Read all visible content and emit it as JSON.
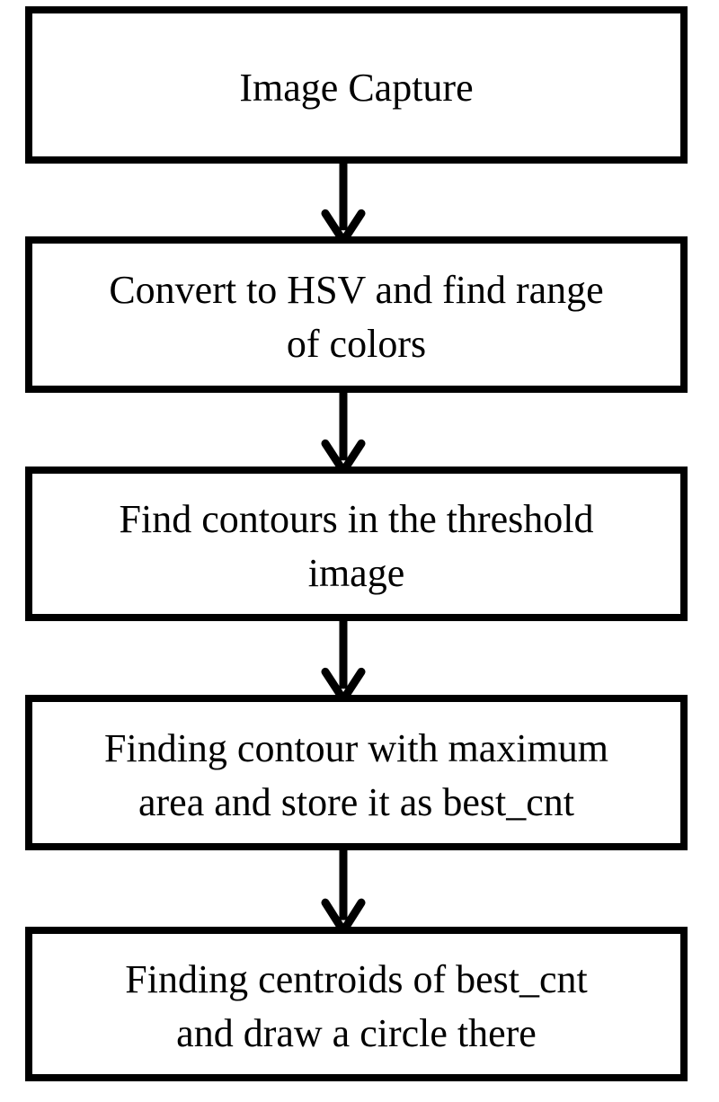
{
  "diagram": {
    "type": "flowchart",
    "direction": "top-down",
    "steps": [
      {
        "id": "step-1",
        "label": "Image Capture",
        "lines": {
          "l1": "Image Capture"
        }
      },
      {
        "id": "step-2",
        "label": "Convert to HSV and find range of colors",
        "lines": {
          "l1": "Convert to HSV and find range",
          "l2": "of colors"
        }
      },
      {
        "id": "step-3",
        "label": "Find contours in the threshold image",
        "lines": {
          "l1": "Find contours in the threshold",
          "l2": "image"
        }
      },
      {
        "id": "step-4",
        "label": "Finding contour with maximum area and store it as best_cnt",
        "lines": {
          "l1": "Finding contour with maximum",
          "l2": "area and store it as best_cnt"
        }
      },
      {
        "id": "step-5",
        "label": "Finding centroids of best_cnt and draw a circle there",
        "lines": {
          "l1": "Finding centroids of best_cnt",
          "l2": "and draw a circle there"
        }
      }
    ],
    "connectors": [
      {
        "from": "step-1",
        "to": "step-2",
        "style": "thick-down-arrow"
      },
      {
        "from": "step-2",
        "to": "step-3",
        "style": "thick-down-arrow"
      },
      {
        "from": "step-3",
        "to": "step-4",
        "style": "thick-down-arrow"
      },
      {
        "from": "step-4",
        "to": "step-5",
        "style": "thick-down-arrow"
      }
    ],
    "colors": {
      "ink": "#000000",
      "background": "#ffffff"
    }
  }
}
